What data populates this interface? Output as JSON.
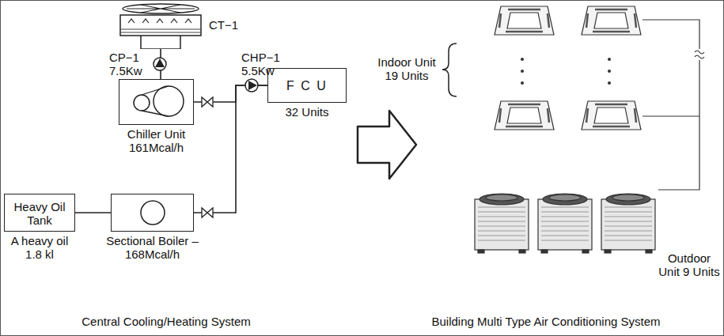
{
  "diagram": {
    "nodes": [
      {
        "text": [
          "CT−1"
        ]
      },
      {
        "text": [
          "Chiller Unit",
          "161Mcal/h"
        ]
      },
      {
        "text": [
          "F C U",
          "32 Units"
        ]
      },
      {
        "text": [
          "Heavy Oil Tank",
          "A heavy oil 1.8 kl"
        ]
      },
      {
        "text": [
          "Sectional Boiler –",
          "168Mcal/h"
        ]
      }
    ],
    "edges": [
      {
        "from": 0,
        "to": 1,
        "arrow": "none"
      },
      {
        "from": 1,
        "to": 2,
        "arrow": "none"
      },
      {
        "from": 3,
        "to": 4,
        "arrow": "none"
      },
      {
        "from": 4,
        "to": 2,
        "arrow": "none"
      }
    ],
    "labels": [
      "CP−1 7.5Kw",
      "CHP−1 5.5Kw",
      "Indoor Unit 19 Units",
      "Outdoor Unit 9 Units",
      "Central Cooling/Heating System",
      "Building Multi Type Air Conditioning System"
    ]
  }
}
